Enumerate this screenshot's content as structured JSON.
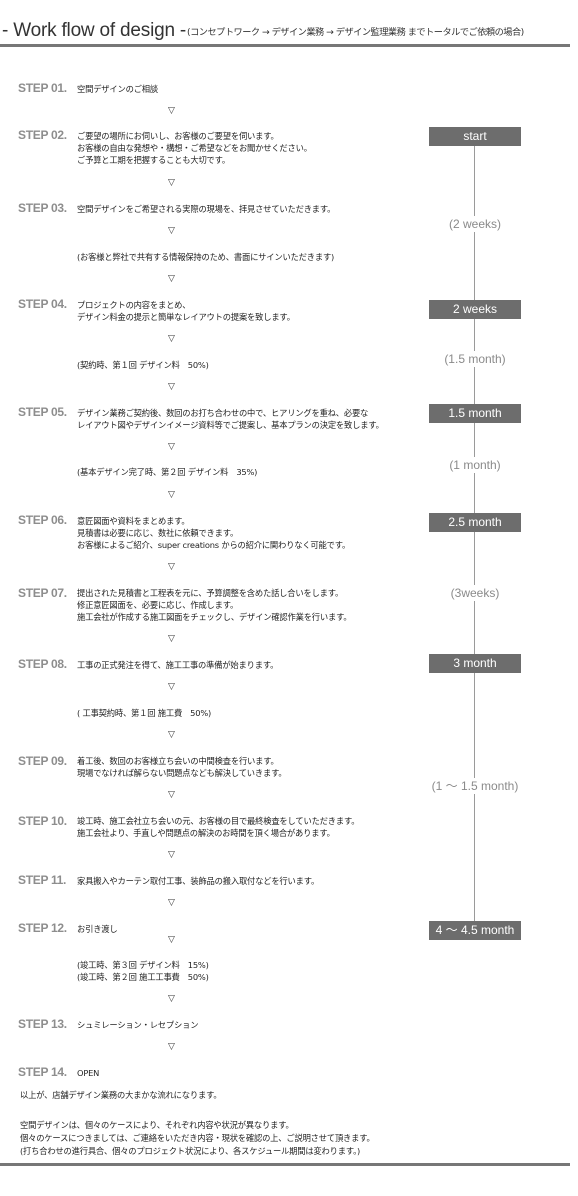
{
  "header": {
    "title": "- Work flow of design -",
    "subtitle": "(コンセプトワーク → デザイン業務 → デザイン監理業務 までトータルでご依頼の場合)"
  },
  "arrow_glyph": "▽",
  "steps": [
    {
      "label": "STEP 01.",
      "lines": [
        "空間デザインのご相談"
      ]
    },
    {
      "label": "STEP 02.",
      "lines": [
        "ご要望の場所にお伺いし、お客様のご要望を伺います。",
        "お客様の自由な発想や・構想・ご希望などをお聞かせください。",
        "ご予算と工期を把握することも大切です。"
      ]
    },
    {
      "label": "STEP 03.",
      "lines": [
        "空間デザインをご希望される実際の現場を、拝見させていただきます。"
      ]
    },
    {
      "label": "STEP 04.",
      "lines": [
        "プロジェクトの内容をまとめ、",
        "デザイン料金の提示と簡単なレイアウトの提案を致します。"
      ]
    },
    {
      "label": "STEP 05.",
      "lines": [
        "デザイン業務ご契約後、数回のお打ち合わせの中で、ヒアリングを重ね、必要な",
        "レイアウト図やデザインイメージ資料等でご提案し、基本プランの決定を致します。"
      ]
    },
    {
      "label": "STEP 06.",
      "lines": [
        "意匠図面や資料をまとめます。",
        "見積書は必要に応じ、数社に依頼できます。",
        "お客様によるご紹介、super creations からの紹介に関わりなく可能です。"
      ]
    },
    {
      "label": "STEP 07.",
      "lines": [
        "提出された見積書と工程表を元に、予算調整を含めた話し合いをします。",
        "修正意匠図面を、必要に応じ、作成します。",
        "施工会社が作成する施工図面をチェックし、デザイン確認作業を行います。"
      ]
    },
    {
      "label": "STEP 08.",
      "lines": [
        "工事の正式発注を得て、施工工事の準備が始まります。"
      ]
    },
    {
      "label": "STEP 09.",
      "lines": [
        "着工後、数回のお客様立ち会いの中間検査を行います。",
        "現場でなければ解らない問題点なども解決していきます。"
      ]
    },
    {
      "label": "STEP 10.",
      "lines": [
        "竣工時、施工会社立ち会いの元、お客様の目で最終検査をしていただきます。",
        "施工会社より、手直しや問題点の解決のお時間を頂く場合があります。"
      ]
    },
    {
      "label": "STEP 11.",
      "lines": [
        "家具搬入やカーテン取付工事、装飾品の搬入取付などを行います。"
      ]
    },
    {
      "label": "STEP 12.",
      "lines": [
        "お引き渡し"
      ]
    },
    {
      "label": "STEP 13.",
      "lines": [
        "シュミレーション・レセプション"
      ]
    },
    {
      "label": "STEP 14.",
      "lines": [
        "OPEN"
      ]
    }
  ],
  "notes": {
    "sign": "(お客様と弊社で共有する情報保持のため、書面にサインいただきます)",
    "contract": "(契約時、第１回 デザイン料　50%)",
    "basic_design": "(基本デザイン完了時、第２回 デザイン料　35%)",
    "construction_contract": "( 工事契約時、第１回 施工費　50%)",
    "completion_1": "(竣工時、第３回 デザイン料　15%)",
    "completion_2": "(竣工時、第２回 施工工事費　50%)"
  },
  "footer": {
    "summary": "以上が、店舗デザイン業務の大まかな流れになります。",
    "lines": [
      "空間デザインは、個々のケースにより、それぞれ内容や状況が異なります。",
      "個々のケースにつきましては、ご連絡をいただき内容・現状を確認の上、ご説明させて頂きます。",
      "(打ち合わせの進行具合、個々のプロジェクト状況により、各スケジュール期間は変わります。)"
    ]
  },
  "timeline": {
    "milestones": [
      "start",
      "2 weeks",
      "1.5 month",
      "2.5 month",
      "3 month",
      "4 〜 4.5 month"
    ],
    "durations": [
      "(2 weeks)",
      "(1.5 month)",
      "(1 month)",
      "(3weeks)",
      "(1 〜 1.5 month)"
    ],
    "box_color": "#6d6d6d",
    "line_color": "#9a9a9a"
  }
}
